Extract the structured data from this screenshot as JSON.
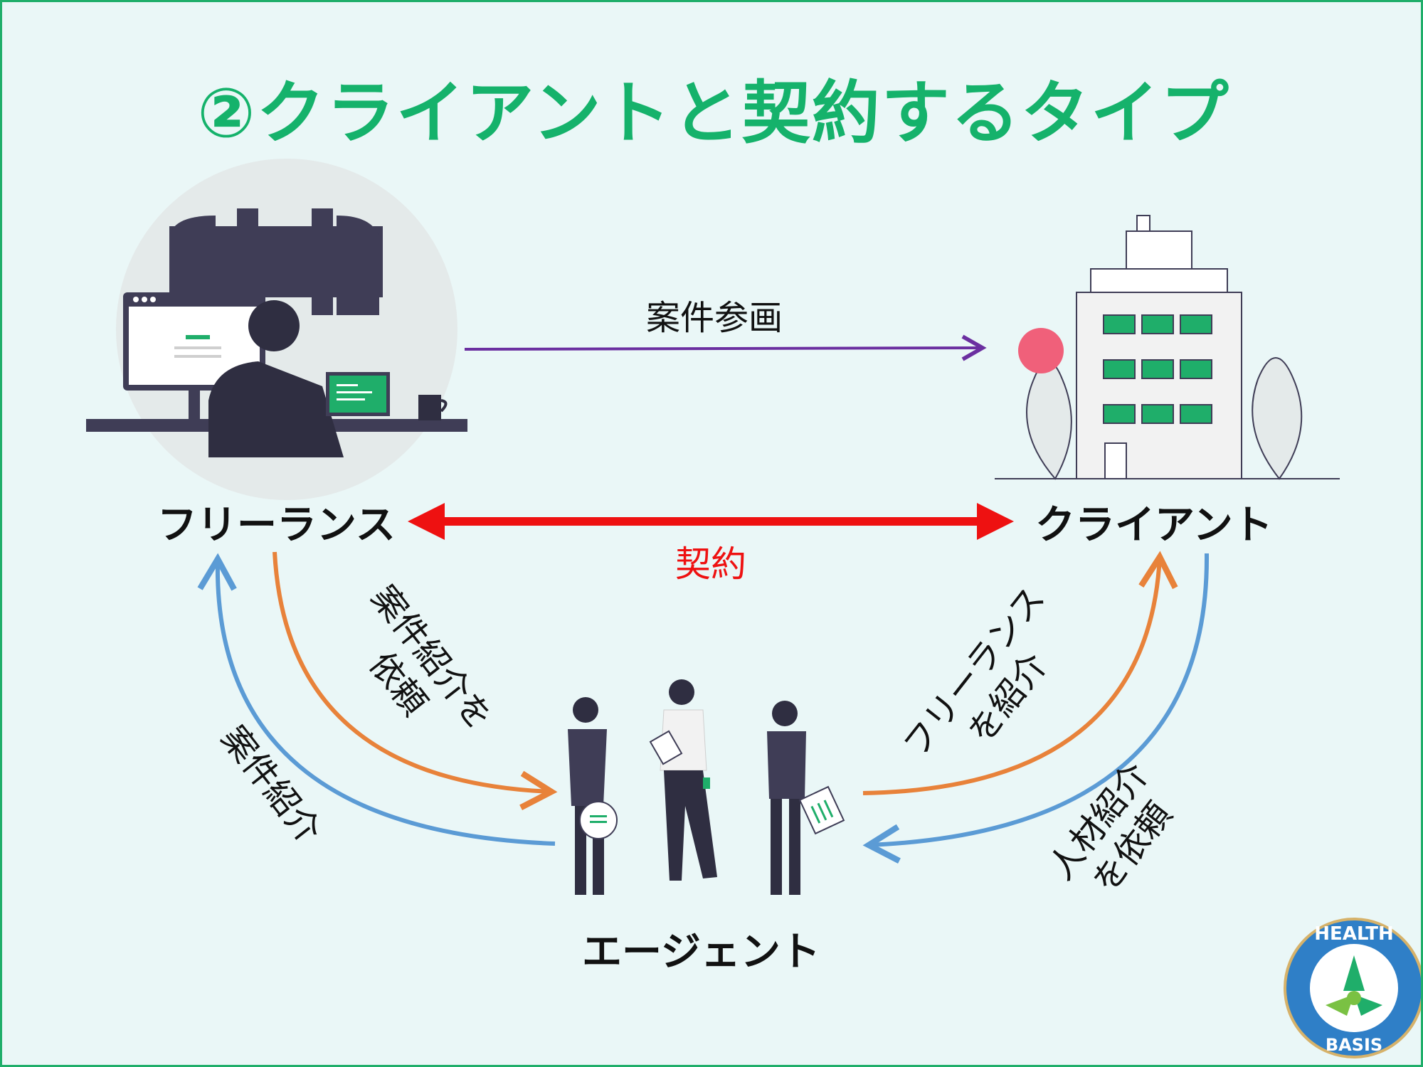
{
  "title": "②クライアントと契約するタイプ",
  "nodes": {
    "freelance": "フリーランス",
    "client": "クライアント",
    "agent": "エージェント"
  },
  "edges": {
    "project_join": "案件参画",
    "contract": "契約",
    "request_intro_line1": "案件紹介を",
    "request_intro_line2": "依頼",
    "project_intro": "案件紹介",
    "introduce_freelance_line1": "フリーランス",
    "introduce_freelance_line2": "を紹介",
    "talent_request_line1": "人材紹介",
    "talent_request_line2": "を依頼"
  },
  "logo": {
    "top": "HEALTH",
    "bottom": "BASIS"
  },
  "colors": {
    "title": "#15b26b",
    "contract": "#ee1111",
    "project_join_arrow": "#6b2fa0",
    "orange_arrow": "#e8823a",
    "blue_arrow": "#5b9bd5",
    "accent_green": "#1fae6a",
    "figure_dark": "#3f3d56"
  }
}
